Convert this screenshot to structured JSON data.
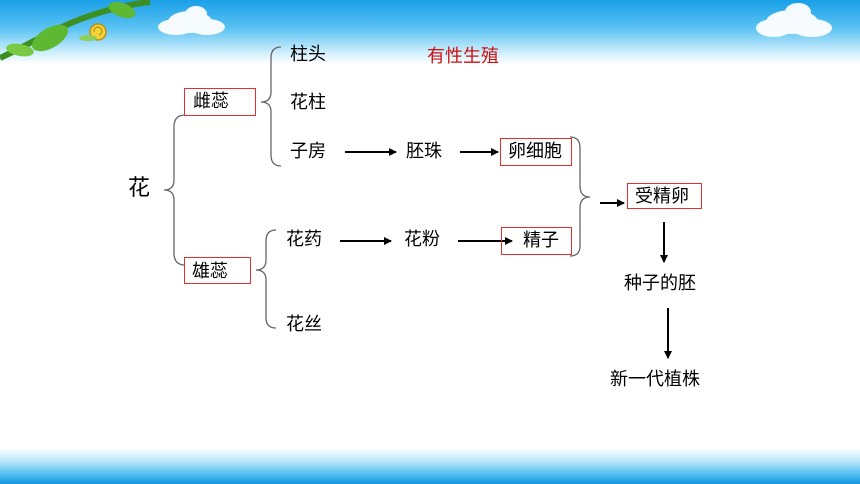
{
  "title": "有性生殖",
  "root": "花",
  "pistil": {
    "label": "雌蕊",
    "parts": [
      "柱头",
      "花柱",
      "子房"
    ]
  },
  "stamen": {
    "label": "雄蕊",
    "parts": [
      "花药",
      "花丝"
    ]
  },
  "flow": {
    "ovule": "胚珠",
    "egg": "卵细胞",
    "pollen": "花粉",
    "sperm": "精子",
    "zygote": "受精卵",
    "embryo": "种子的胚",
    "new_plant": "新一代植株"
  },
  "colors": {
    "title": "#cc1111",
    "highlight_box": "#e03030",
    "banner": "#1aa0e8"
  }
}
